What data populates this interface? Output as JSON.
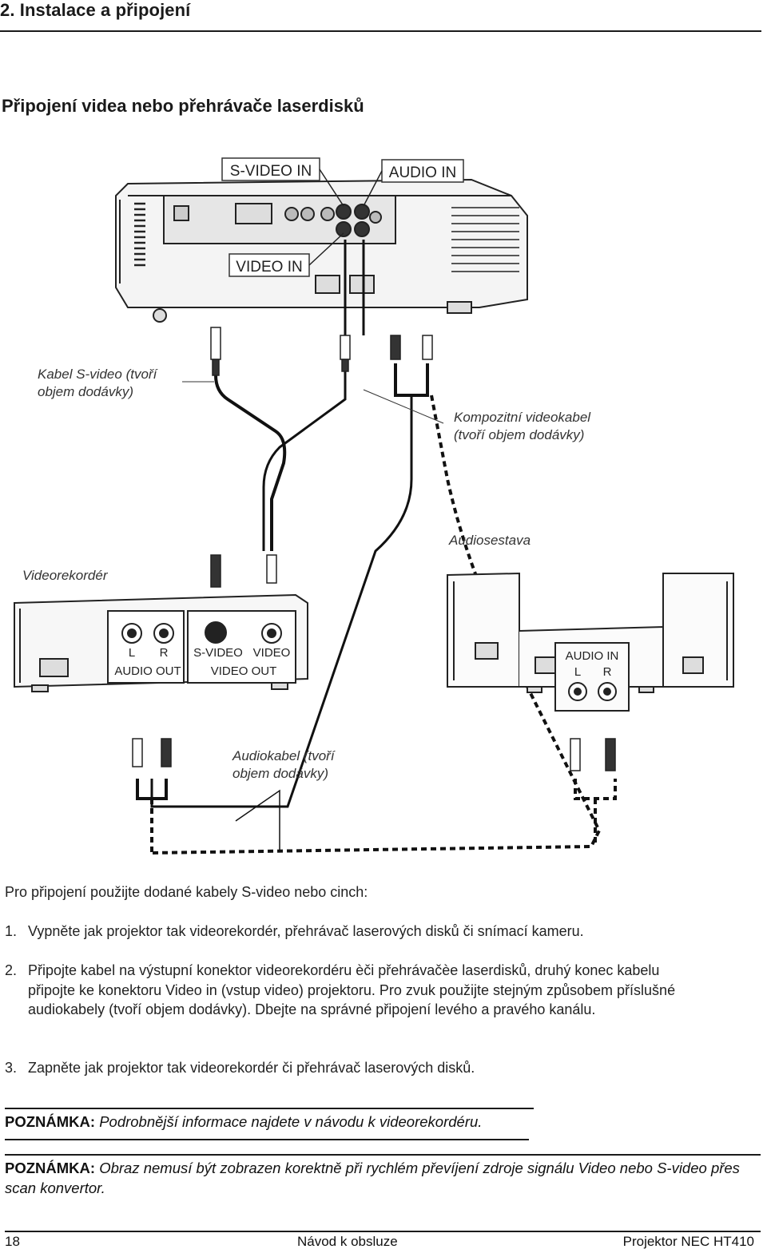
{
  "header": {
    "section_title": "2. Instalace a připojení"
  },
  "subheading": "Připojení videa nebo přehrávače laserdisků",
  "diagram": {
    "projector_labels": {
      "s_video_in": "S-VIDEO IN",
      "audio_in": "AUDIO IN",
      "video_in": "VIDEO IN"
    },
    "vcr_labels": {
      "l": "L",
      "r": "R",
      "audio_out": "AUDIO OUT",
      "s_video": "S-VIDEO",
      "video": "VIDEO",
      "video_out": "VIDEO OUT"
    },
    "speaker_labels": {
      "audio_in": "AUDIO IN",
      "l": "L",
      "r": "R"
    },
    "callouts": {
      "s_video_cable_line1": "Kabel S-video (tvoří",
      "s_video_cable_line2": "objem dodávky)",
      "composite_cable_line1": "Kompozitní videokabel",
      "composite_cable_line2": "(tvoří objem dodávky)",
      "audio_system": "Audiosestava",
      "vcr": "Videorekordér",
      "audio_cable_line1": "Audiokabel (tvoří",
      "audio_cable_line2": "objem dodávky)"
    }
  },
  "intro": "Pro připojení použijte dodané kabely S-video nebo cinch:",
  "steps": [
    {
      "num": "1.",
      "text": "Vypněte jak projektor tak videorekordér, přehrávač laserových disků či snímací kameru."
    },
    {
      "num": "2.",
      "text": "Připojte kabel na výstupní konektor videorekordéru èči přehrávačèe laserdisků, druhý konec kabelu připojte ke konektoru Video in (vstup video) projektoru. Pro zvuk použijte stejným způsobem příslušné audiokabely (tvoří objem dodávky). Dbejte na správné připojení levého a pravého kanálu."
    },
    {
      "num": "3.",
      "text": "Zapněte jak projektor tak videorekordér či přehrávač laserových disků."
    }
  ],
  "notes": [
    {
      "label": "POZNÁMKA:",
      "text": "Podrobnější informace najdete v návodu k videorekordéru."
    },
    {
      "label": "POZNÁMKA:",
      "text": "Obraz nemusí být zobrazen korektně při rychlém převíjení zdroje signálu Video nebo S-video přes scan konvertor."
    }
  ],
  "footer": {
    "page_number": "18",
    "center": "Návod k obsluze",
    "right": "Projektor NEC HT410"
  }
}
